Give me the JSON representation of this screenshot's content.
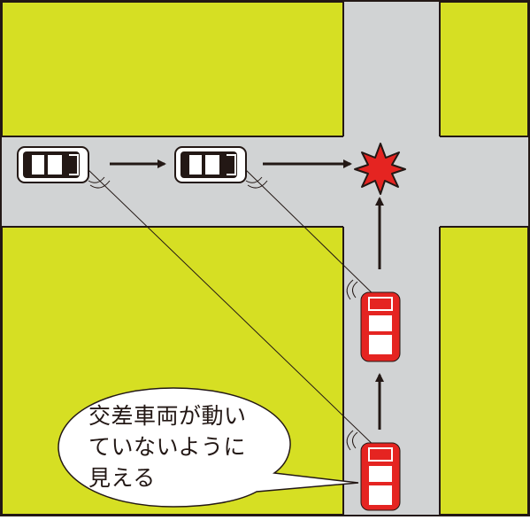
{
  "colors": {
    "block": "#d6df23",
    "road": "#d1d3d4",
    "outline": "#231815",
    "car_observer": "#e52421",
    "car_other": "#231815",
    "crash_fill": "#e52421",
    "bubble_fill": "#ffffff"
  },
  "icons": {
    "crash": "crash-burst-icon",
    "black_car": "black-car-icon",
    "red_car": "red-car-icon",
    "sound": "sound-wave-icon"
  },
  "speech_bubble": {
    "lines": [
      "交差車両が動い",
      "ていないように",
      "見える"
    ]
  }
}
